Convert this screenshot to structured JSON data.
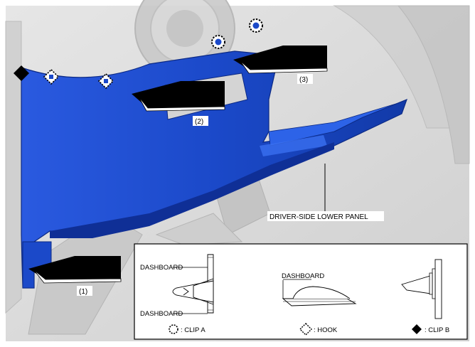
{
  "labels": {
    "step1": "(1)",
    "step2": "(2)",
    "step3": "(3)",
    "panel": "DRIVER-SIDE LOWER PANEL"
  },
  "legend": {
    "dashboard_top": "DASHBOARD",
    "dashboard_bottom": "DASHBOARD",
    "dashboard_hook": "DASHBOARD",
    "clip_a": ": CLIP A",
    "hook": ": HOOK",
    "clip_b": ": CLIP B"
  },
  "colors": {
    "panel": "#1b49c9",
    "panel_dark": "#0f2f96",
    "background": "#dcdcdc"
  }
}
